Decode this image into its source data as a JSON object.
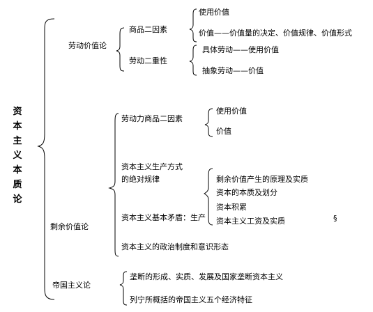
{
  "title": "资本主义本质论",
  "labor_value": {
    "label": "劳动价值论",
    "commodity_two_factors": {
      "label": "商品二因素",
      "items": [
        "使用价值",
        "价值——价值量的决定、价值规律、价值形式"
      ]
    },
    "labor_duality": {
      "label": "劳动二重性",
      "items": [
        "具体劳动——使用价值",
        "抽象劳动——价值"
      ]
    }
  },
  "surplus_value": {
    "label": "剩余价值论",
    "labor_power_two_factors": {
      "label": "劳动力商品二因素",
      "items": [
        "使用价值",
        "价值"
      ]
    },
    "absolute_law": {
      "label_line1": "资本主义生产方式",
      "label_line2": "的绝对规律",
      "items": [
        "剩余价值产生的原理及实质",
        "资本的本质及划分",
        "资本积累",
        "资本主义工资及实质"
      ]
    },
    "basic_contradiction": "资本主义基本矛盾：生产",
    "section_mark": "§",
    "political_system": "资本主义的政治制度和意识形态"
  },
  "imperialism": {
    "label": "帝国主义论",
    "items": [
      "垄断的形成、实质、发展及国家垄断资本主义",
      "列宁所概括的帝国主义五个经济特征"
    ]
  }
}
